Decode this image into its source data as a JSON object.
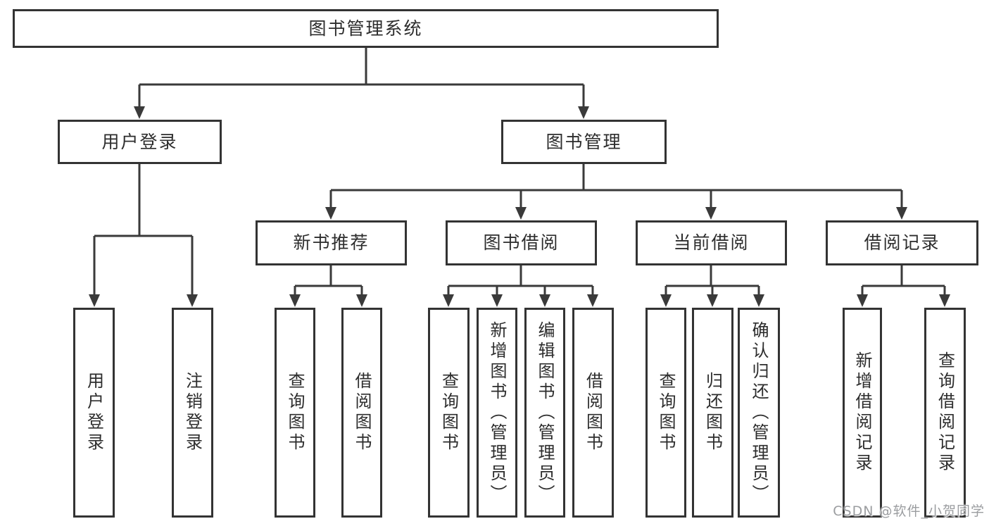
{
  "colors": {
    "background": "#ffffff",
    "line": "#3a3a3a",
    "box_border": "#333333",
    "text": "#2d2d2d",
    "watermark": "#9b9da0"
  },
  "watermark": {
    "text": "CSDN @软件_小贺同学"
  },
  "tree": {
    "root": "图书管理系统",
    "branches": [
      {
        "label": "用户登录",
        "children": [
          {
            "label": "用户登录"
          },
          {
            "label": "注销登录"
          }
        ]
      },
      {
        "label": "图书管理",
        "groups": [
          {
            "label": "新书推荐",
            "children": [
              {
                "label": "查询图书"
              },
              {
                "label": "借阅图书"
              }
            ]
          },
          {
            "label": "图书借阅",
            "children": [
              {
                "label": "查询图书"
              },
              {
                "label": "新增图书（管理员）"
              },
              {
                "label": "编辑图书（管理员）"
              },
              {
                "label": "借阅图书"
              }
            ]
          },
          {
            "label": "当前借阅",
            "children": [
              {
                "label": "查询图书"
              },
              {
                "label": "归还图书"
              },
              {
                "label": "确认归还（管理员）"
              }
            ]
          },
          {
            "label": "借阅记录",
            "children": [
              {
                "label": "新增借阅记录"
              },
              {
                "label": "查询借阅记录"
              }
            ]
          }
        ]
      }
    ]
  }
}
